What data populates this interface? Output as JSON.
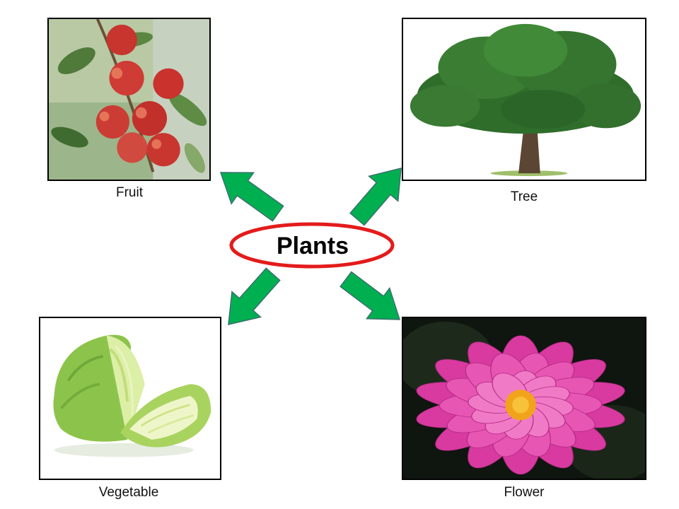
{
  "center": {
    "label": "Plants"
  },
  "nodes": [
    {
      "id": "fruit",
      "caption": "Fruit"
    },
    {
      "id": "tree",
      "caption": "Tree"
    },
    {
      "id": "vegetable",
      "caption": "Vegetable"
    },
    {
      "id": "flower",
      "caption": "Flower"
    }
  ],
  "colors": {
    "arrow_fill": "#00b050",
    "arrow_stroke": "#3a6f6f",
    "ellipse_stroke": "#e41b1b"
  }
}
